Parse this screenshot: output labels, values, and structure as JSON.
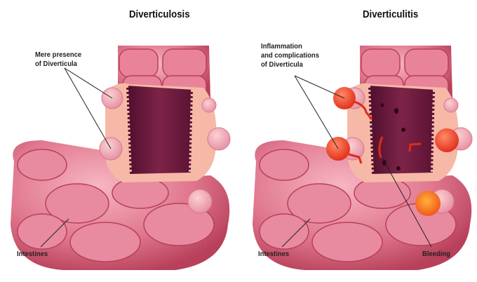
{
  "left_panel": {
    "title": "Diverticulosis",
    "diverticula_label_line1": "Mere presence",
    "diverticula_label_line2": "of Diverticula",
    "intestines_label": "Intestines"
  },
  "right_panel": {
    "title": "Diverticulitis",
    "diverticula_label_line1": "Inflammation",
    "diverticula_label_line2": "and complications",
    "diverticula_label_line3": "of Diverticula",
    "intestines_label": "Intestines",
    "bleeding_label": "Bleeding"
  },
  "colors": {
    "intestine_pink": "#e0788f",
    "intestine_dark": "#b8405a",
    "lumen": "#6e1a3e",
    "mucosa": "#f6b9a8",
    "inflamed": "#ee3322",
    "abscess": "#f67a1e"
  }
}
